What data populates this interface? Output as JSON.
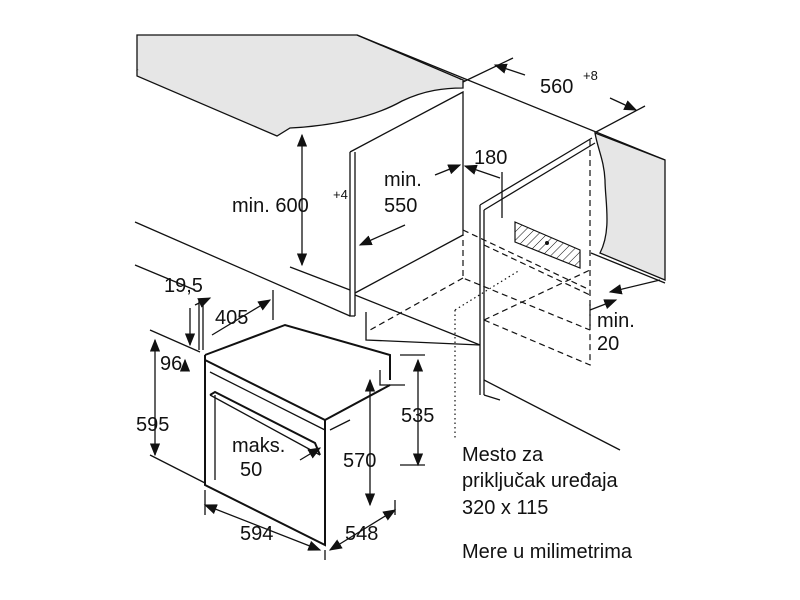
{
  "labels": {
    "width_niche": "560",
    "width_niche_tol": "+8",
    "height_niche_prefix": "min. 600",
    "height_niche_tol": "+4",
    "depth_min_1": "min.",
    "depth_min_2": "550",
    "vent_gap": "180",
    "back_gap_1": "min.",
    "back_gap_2": "20",
    "panel_offset": "19,5",
    "top_depth": "405",
    "top_height": "96",
    "oven_height": "595",
    "door_gap_1": "maks.",
    "door_gap_2": "50",
    "inner_height_570": "570",
    "inner_height_535": "535",
    "oven_width": "594",
    "oven_depth": "548",
    "connection_1": "Mesto za",
    "connection_2": "priključak uređaja",
    "connection_3": "320 x 115",
    "units_note": "Mere u milimetrima"
  }
}
